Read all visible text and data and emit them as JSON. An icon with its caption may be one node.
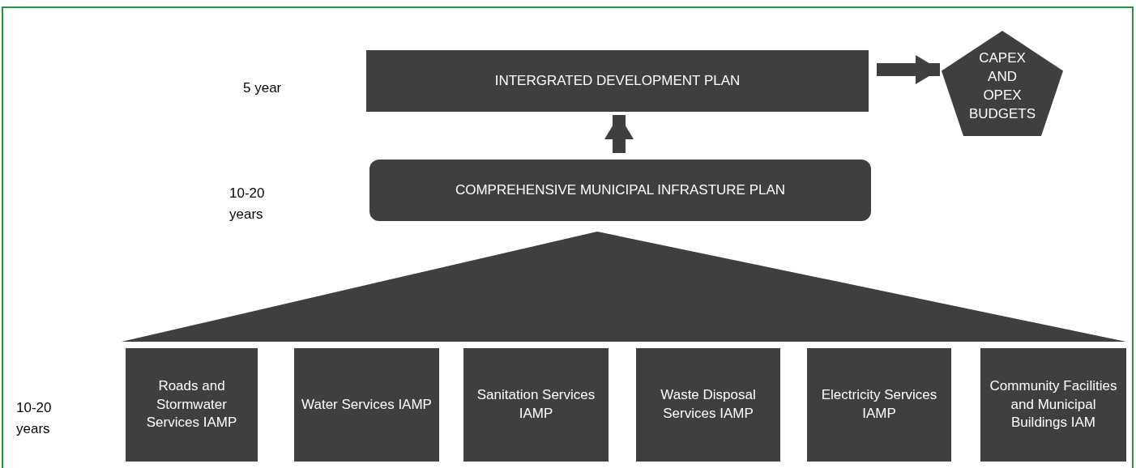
{
  "diagram": {
    "nodes": [
      {
        "text": [
          "INTERGRATED DEVELOPMENT PLAN"
        ]
      },
      {
        "text": [
          "CAPEX AND OPEX BUDGETS"
        ]
      },
      {
        "text": [
          "COMPREHENSIVE MUNICIPAL INFRASTURE PLAN"
        ]
      },
      {
        "text": [],
        "shape": "triangle"
      },
      {
        "text": [
          "Roads and Stormwater Services IAMP"
        ]
      },
      {
        "text": [
          "Water Services IAMP"
        ]
      },
      {
        "text": [
          "Sanitation Services IAMP"
        ]
      },
      {
        "text": [
          "Waste Disposal Services IAMP"
        ]
      },
      {
        "text": [
          "Electricity Services IAMP"
        ]
      },
      {
        "text": [
          "Community Facilities and Municipal Buildings IAM"
        ]
      }
    ],
    "edges": [
      {
        "from": 0,
        "to": 1,
        "arrow": "to"
      },
      {
        "from": 2,
        "to": 0,
        "arrow": "to"
      }
    ],
    "labels": [
      "5 year",
      "10-20 years",
      "10-20 years"
    ]
  }
}
